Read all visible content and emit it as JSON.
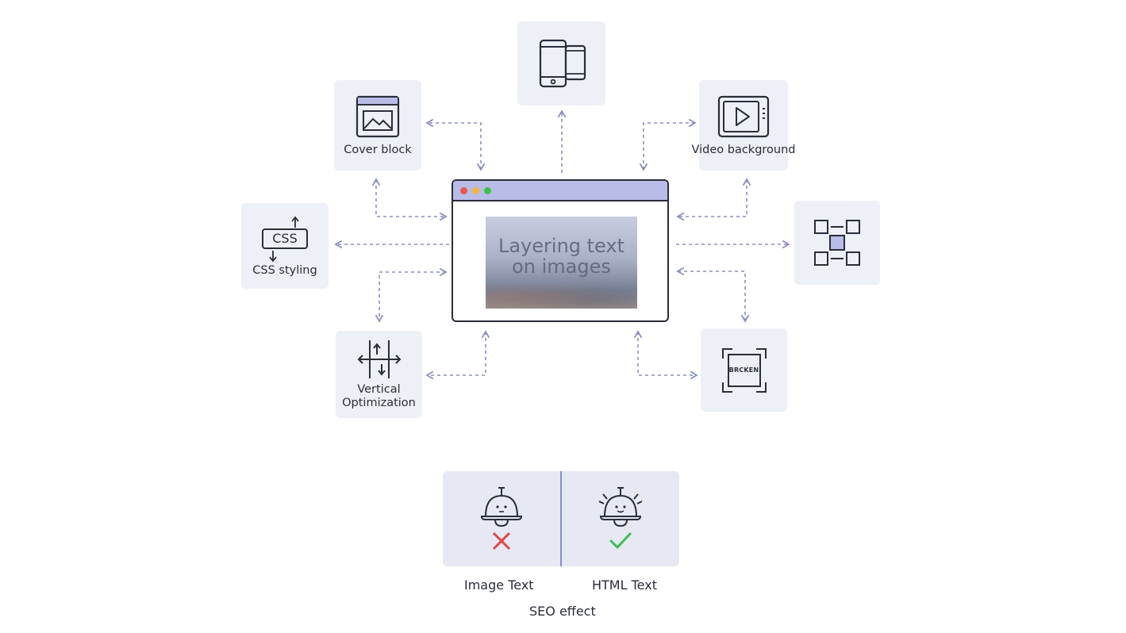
{
  "diagram": {
    "nodes": {
      "cover_block": {
        "label": "Cover block",
        "icon": "image-frame-icon"
      },
      "mobile": {
        "icon": "mobile-devices-icon"
      },
      "video_background": {
        "label": "Video background",
        "icon": "video-play-icon"
      },
      "css_styling": {
        "label": "CSS styling",
        "icon_text": "CSS",
        "icon": "css-box-icon"
      },
      "vertical_optimization": {
        "label_line1": "Vertical",
        "label_line2": "Optimization",
        "icon": "vertical-align-icon"
      },
      "layout_grid": {
        "icon": "grid-layout-icon"
      },
      "broken": {
        "icon_text": "BRCKEN",
        "icon": "broken-frame-icon"
      }
    },
    "center": {
      "title": "Layering text on images",
      "hero_line1": "Layering text",
      "hero_line2": "on images"
    },
    "colors": {
      "tile": "#eef0f7",
      "arrow": "#8a8ec8",
      "accent": "#b8bce6",
      "dot_red": "#e8574e",
      "dot_yellow": "#f3b43a",
      "dot_green": "#39c04b",
      "cross": "#e04848",
      "check": "#3cbf4f"
    },
    "seo": {
      "image_text_label": "Image Text",
      "html_text_label": "HTML Text",
      "caption": "SEO effect"
    }
  }
}
